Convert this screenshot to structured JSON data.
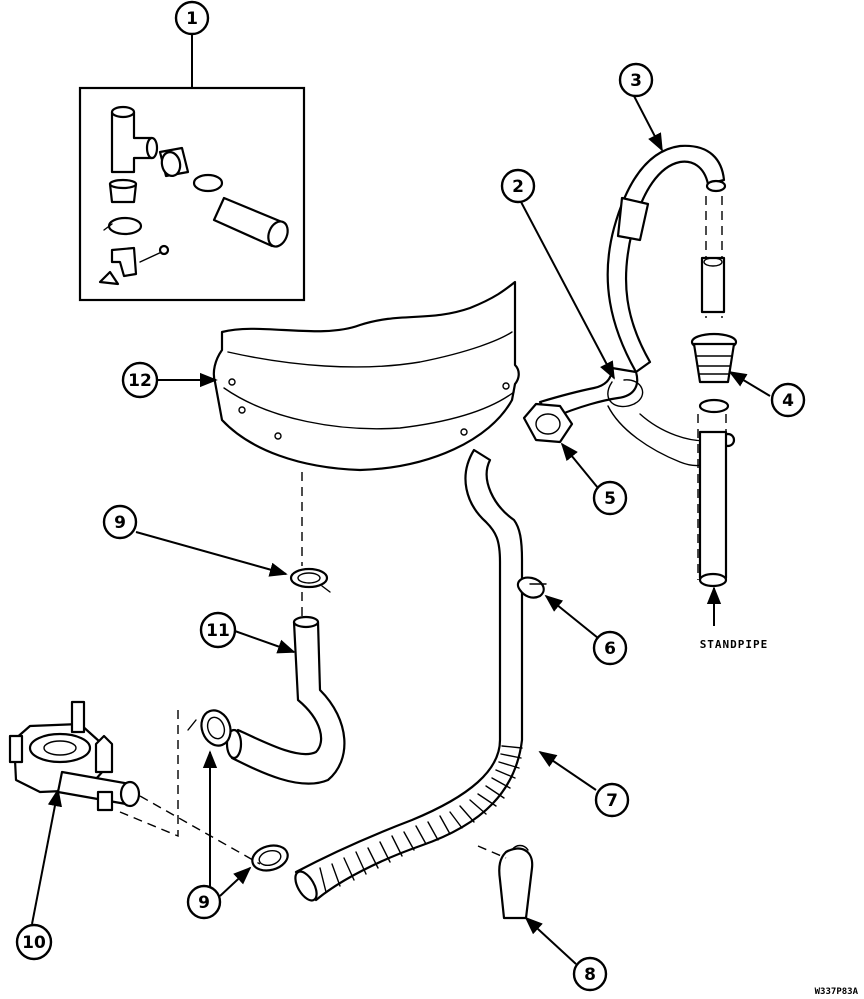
{
  "callouts": {
    "c1": "1",
    "c2": "2",
    "c3": "3",
    "c4": "4",
    "c5": "5",
    "c6": "6",
    "c7": "7",
    "c8": "8",
    "c9a": "9",
    "c9b": "9",
    "c10": "10",
    "c11": "11",
    "c12": "12"
  },
  "labels": {
    "standpipe": "STANDPIPE",
    "drawing_code": "W337P83A"
  }
}
